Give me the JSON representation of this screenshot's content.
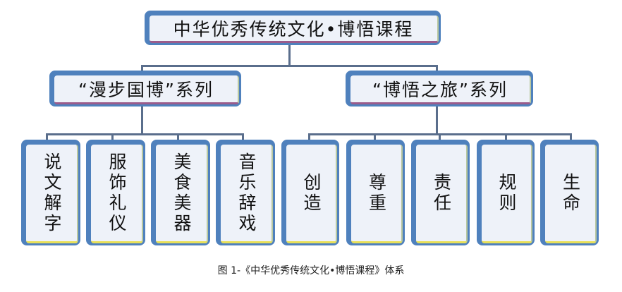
{
  "root": "中华优秀传统文化•博悟课程",
  "series": [
    {
      "title": "“漫步国博”系列",
      "children": [
        "说文解字",
        "服饰礼仪",
        "美食美器",
        "音乐辞戏"
      ]
    },
    {
      "title": "“博悟之旅”系列",
      "children": [
        "创造",
        "尊重",
        "责任",
        "规则",
        "生命"
      ]
    }
  ],
  "caption": "图 1-《中华优秀传统文化•博悟课程》体系"
}
